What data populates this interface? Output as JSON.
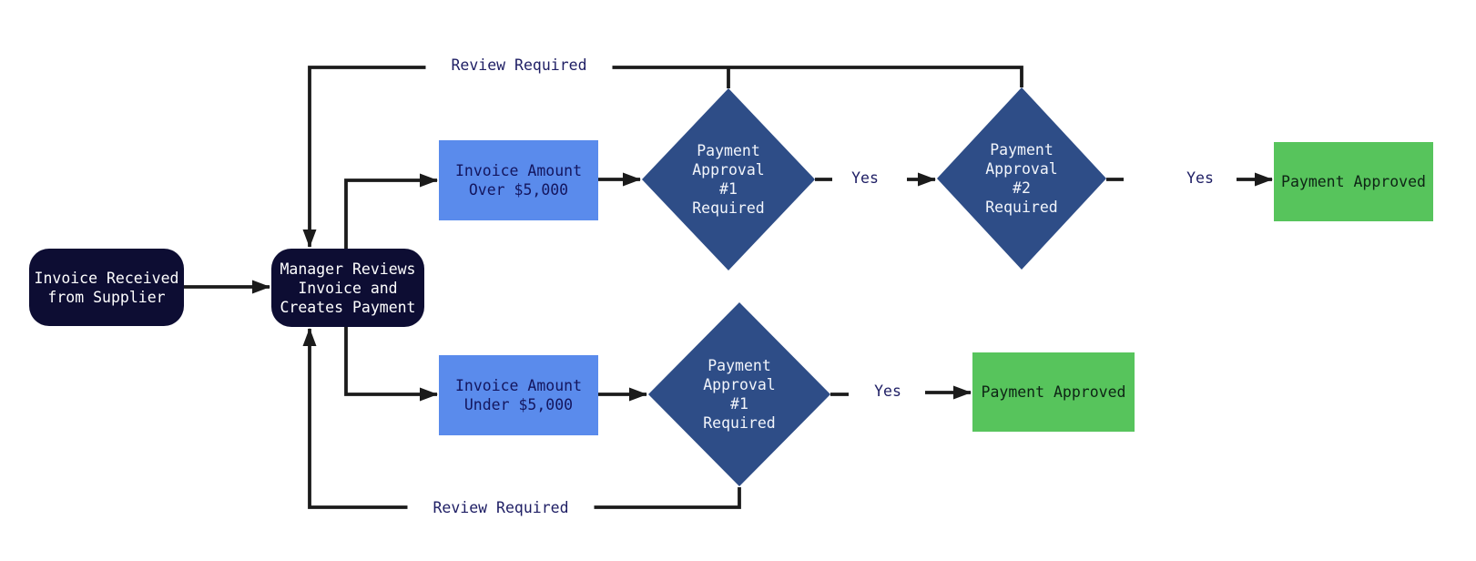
{
  "diagram": {
    "type": "flowchart",
    "direction": "left-to-right",
    "nodes": {
      "invoice_received": {
        "label": "Invoice Received\nfrom Supplier",
        "shape": "rounded-rect"
      },
      "manager_reviews": {
        "label": "Manager Reviews\nInvoice and\nCreates Payment",
        "shape": "rounded-rect"
      },
      "invoice_over": {
        "label": "Invoice Amount\nOver $5,000",
        "shape": "rect"
      },
      "invoice_under": {
        "label": "Invoice Amount\nUnder $5,000",
        "shape": "rect"
      },
      "approval1_top": {
        "label": "Payment\nApproval\n#1\nRequired",
        "shape": "diamond"
      },
      "approval2": {
        "label": "Payment\nApproval\n#2\nRequired",
        "shape": "diamond"
      },
      "approval1_bottom": {
        "label": "Payment\nApproval\n#1\nRequired",
        "shape": "diamond"
      },
      "approved_top": {
        "label": "Payment Approved",
        "shape": "rect"
      },
      "approved_bottom": {
        "label": "Payment Approved",
        "shape": "rect"
      }
    },
    "edge_labels": {
      "review_top": "Review Required",
      "review_bottom": "Review Required",
      "yes1": "Yes",
      "yes2": "Yes",
      "yes3": "Yes"
    },
    "colors": {
      "background": "#ffffff",
      "node_dark": "#0d0d33",
      "node_dark_text": "#ffffff",
      "branch_blue": "#5a8bec",
      "branch_blue_text": "#14165e",
      "diamond_blue": "#2e4d87",
      "diamond_text": "#f2f5fb",
      "approved_green": "#57c45c",
      "approved_green_text": "#0e2415",
      "edge_line": "#1b1b1b",
      "edge_label_text": "#1e1e64"
    }
  }
}
